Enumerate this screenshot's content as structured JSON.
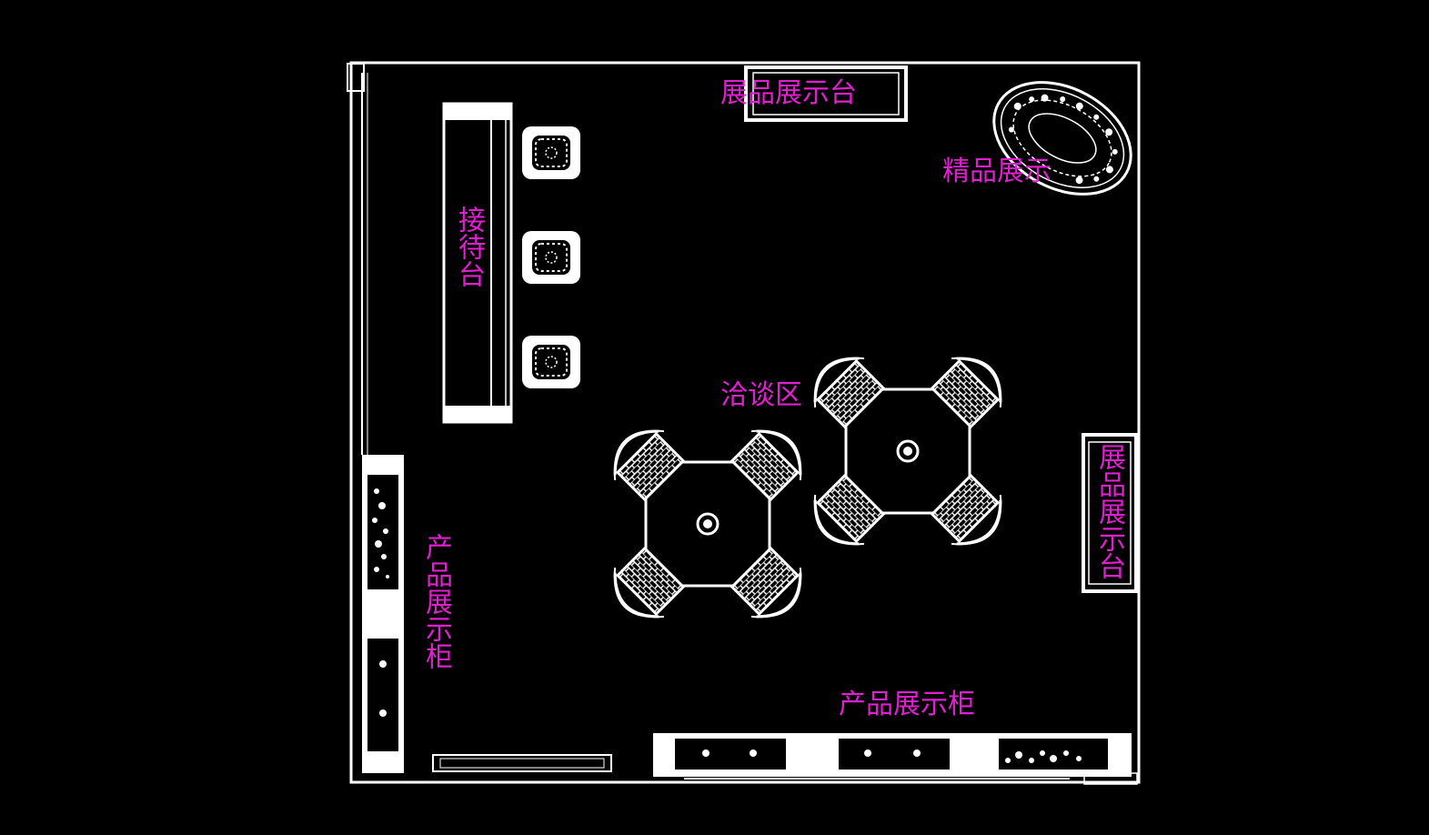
{
  "labels": {
    "display_stand_top": "展品展示台",
    "premium_display": "精品展示",
    "reception_desk": "接待台",
    "negotiation_area": "洽谈区",
    "display_stand_right": "展品展示台",
    "product_cabinet_left": "产品展示柜",
    "product_cabinet_bottom": "产品展示柜"
  },
  "colors": {
    "background": "#000000",
    "lines": "#ffffff",
    "label": "#e020d0"
  }
}
